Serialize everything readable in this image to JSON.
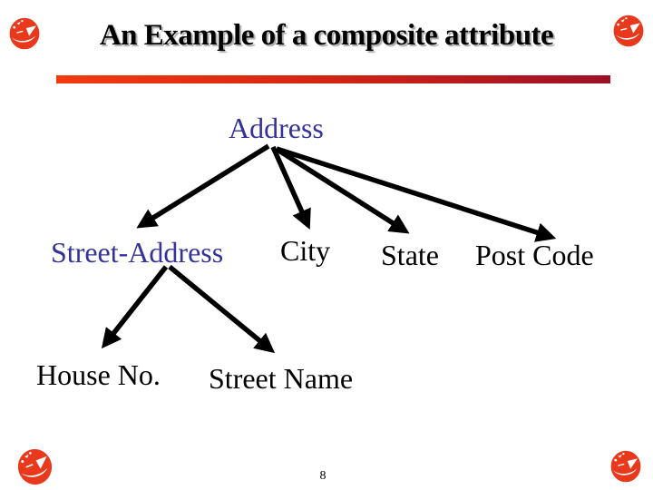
{
  "slide": {
    "title": "An Example of a composite attribute",
    "page_number": "8"
  },
  "colors": {
    "title_text": "#000000",
    "title_shadow": "#aaaaaa",
    "divider_gradient_left": "#f23a10",
    "divider_gradient_right": "#9c1026",
    "node_highlight_blue": "#333399",
    "node_black": "#000000",
    "arrow_black": "#000000",
    "corner_icon_red": "#e8391d"
  },
  "icons": {
    "corner_decoration": "red-scribble-ball-icon"
  },
  "diagram": {
    "root": {
      "label": "Address"
    },
    "children": [
      {
        "label": "Street-Address"
      },
      {
        "label": "City"
      },
      {
        "label": "State"
      },
      {
        "label": "Post Code"
      }
    ],
    "street_address_children": [
      {
        "label": "House No."
      },
      {
        "label": "Street Name"
      }
    ]
  }
}
